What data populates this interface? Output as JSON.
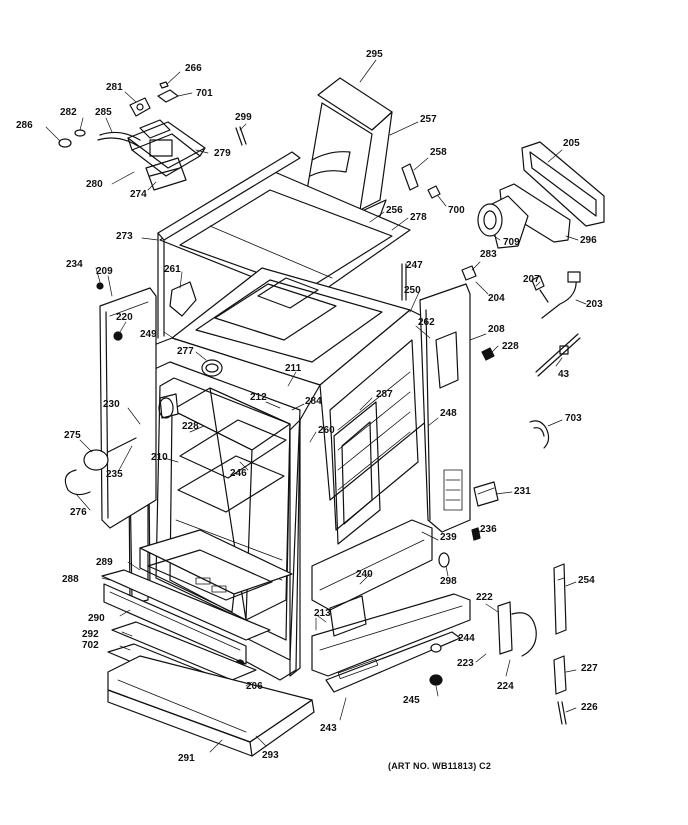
{
  "diagram": {
    "art_number": "(ART NO. WB11813) C2",
    "callouts": [
      {
        "id": "c-266",
        "text": "266"
      },
      {
        "id": "c-701",
        "text": "701"
      },
      {
        "id": "c-281",
        "text": "281"
      },
      {
        "id": "c-282",
        "text": "282"
      },
      {
        "id": "c-285",
        "text": "285"
      },
      {
        "id": "c-286",
        "text": "286"
      },
      {
        "id": "c-279",
        "text": "279"
      },
      {
        "id": "c-280",
        "text": "280"
      },
      {
        "id": "c-274",
        "text": "274"
      },
      {
        "id": "c-299",
        "text": "299"
      },
      {
        "id": "c-295",
        "text": "295"
      },
      {
        "id": "c-257",
        "text": "257"
      },
      {
        "id": "c-258",
        "text": "258"
      },
      {
        "id": "c-700",
        "text": "700"
      },
      {
        "id": "c-205",
        "text": "205"
      },
      {
        "id": "c-256",
        "text": "256"
      },
      {
        "id": "c-278",
        "text": "278"
      },
      {
        "id": "c-709",
        "text": "709"
      },
      {
        "id": "c-296",
        "text": "296"
      },
      {
        "id": "c-273",
        "text": "273"
      },
      {
        "id": "c-234",
        "text": "234"
      },
      {
        "id": "c-209",
        "text": "209"
      },
      {
        "id": "c-261",
        "text": "261"
      },
      {
        "id": "c-247",
        "text": "247"
      },
      {
        "id": "c-283",
        "text": "283"
      },
      {
        "id": "c-207",
        "text": "207"
      },
      {
        "id": "c-204",
        "text": "204"
      },
      {
        "id": "c-203",
        "text": "203"
      },
      {
        "id": "c-250",
        "text": "250"
      },
      {
        "id": "c-220",
        "text": "220"
      },
      {
        "id": "c-249",
        "text": "249"
      },
      {
        "id": "c-262",
        "text": "262"
      },
      {
        "id": "c-208",
        "text": "208"
      },
      {
        "id": "c-277",
        "text": "277"
      },
      {
        "id": "c-228a",
        "text": "228"
      },
      {
        "id": "c-43",
        "text": "43"
      },
      {
        "id": "c-211",
        "text": "211"
      },
      {
        "id": "c-287",
        "text": "287"
      },
      {
        "id": "c-212",
        "text": "212"
      },
      {
        "id": "c-284",
        "text": "284"
      },
      {
        "id": "c-230",
        "text": "230"
      },
      {
        "id": "c-248",
        "text": "248"
      },
      {
        "id": "c-703",
        "text": "703"
      },
      {
        "id": "c-228b",
        "text": "228"
      },
      {
        "id": "c-260",
        "text": "260"
      },
      {
        "id": "c-275",
        "text": "275"
      },
      {
        "id": "c-210",
        "text": "210"
      },
      {
        "id": "c-246",
        "text": "246"
      },
      {
        "id": "c-235",
        "text": "235"
      },
      {
        "id": "c-231",
        "text": "231"
      },
      {
        "id": "c-276",
        "text": "276"
      },
      {
        "id": "c-236",
        "text": "236"
      },
      {
        "id": "c-239",
        "text": "239"
      },
      {
        "id": "c-289",
        "text": "289"
      },
      {
        "id": "c-240",
        "text": "240"
      },
      {
        "id": "c-298",
        "text": "298"
      },
      {
        "id": "c-254",
        "text": "254"
      },
      {
        "id": "c-288",
        "text": "288"
      },
      {
        "id": "c-222",
        "text": "222"
      },
      {
        "id": "c-290",
        "text": "290"
      },
      {
        "id": "c-213",
        "text": "213"
      },
      {
        "id": "c-244",
        "text": "244"
      },
      {
        "id": "c-292",
        "text": "292"
      },
      {
        "id": "c-702",
        "text": "702"
      },
      {
        "id": "c-223",
        "text": "223"
      },
      {
        "id": "c-227",
        "text": "227"
      },
      {
        "id": "c-206",
        "text": "206"
      },
      {
        "id": "c-224",
        "text": "224"
      },
      {
        "id": "c-245",
        "text": "245"
      },
      {
        "id": "c-226",
        "text": "226"
      },
      {
        "id": "c-243",
        "text": "243"
      },
      {
        "id": "c-291",
        "text": "291"
      },
      {
        "id": "c-293",
        "text": "293"
      }
    ]
  }
}
